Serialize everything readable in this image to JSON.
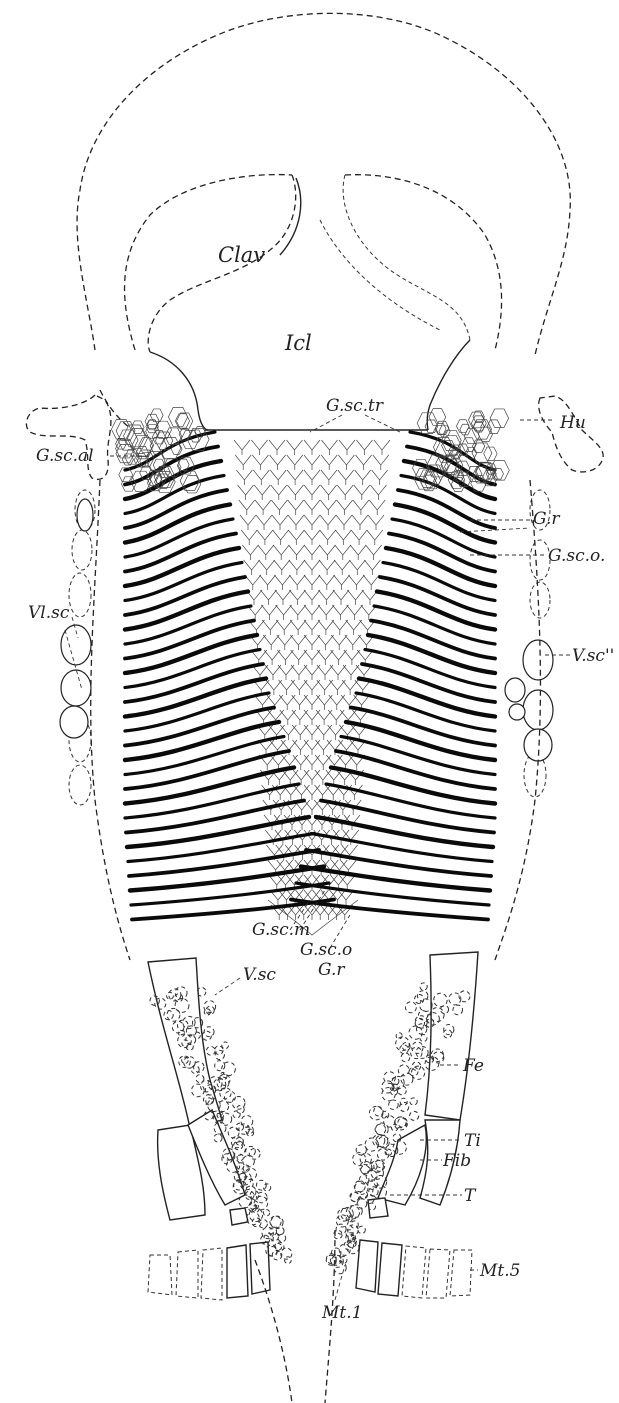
{
  "labels": {
    "clav": "Clav",
    "icl": "Icl",
    "hu": "Hu",
    "gsctr": "G.sc.tr",
    "gscal": "G.sc.al",
    "gr_right": "G.r",
    "gsco_right": "G.sc.o.",
    "vlsc": "Vl.sc",
    "vsc_prime": "V.sc''",
    "gscm": "G.sc.m",
    "gsco_bottom": "G.sc.o",
    "gr_bottom": "G.r",
    "vsc": "V.sc",
    "fe": "Fe",
    "ti": "Ti",
    "fib": "Fib",
    "t": "T",
    "mt5": "Mt.5",
    "mt1": "Mt.1"
  },
  "colors": {
    "ink": "#0a0a0a",
    "paper": "#ffffff"
  }
}
